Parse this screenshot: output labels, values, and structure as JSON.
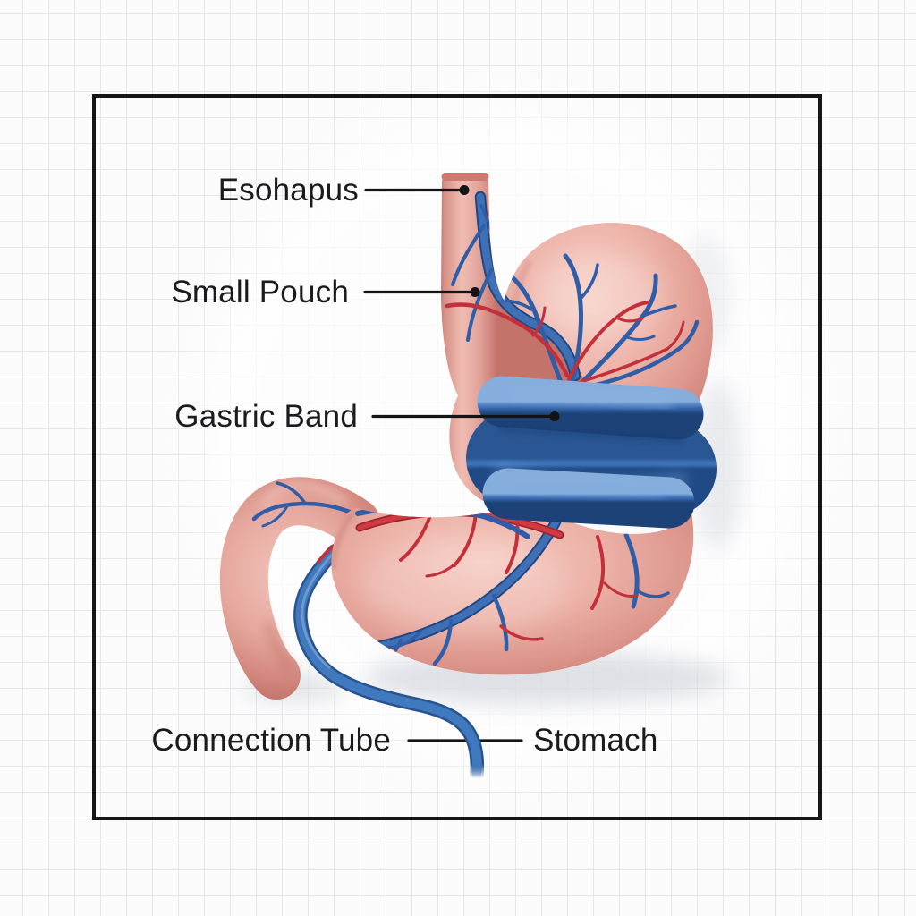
{
  "labels": {
    "esophagus": "Esohapus",
    "small_pouch": "Small Pouch",
    "gastric_band": "Gastric Band",
    "connection_tube": "Connection Tube",
    "stomach": "Stomach"
  },
  "colors": {
    "background": "#fbfbfc",
    "grid_line": "#e7e7ea",
    "frame_border": "#161616",
    "label_text": "#1b1b1d",
    "leader_line": "#141414",
    "stomach_light": "#f5cbc1",
    "stomach_mid": "#e2a097",
    "stomach_dark": "#c4736b",
    "band_light": "#5b8aca",
    "band_mid": "#3a6cb1",
    "band_dark": "#1d4278",
    "tube_blue": "#3f77bb",
    "vein_blue": "#2f5da8",
    "artery_red": "#c4303a",
    "shadow_gray": "#9aa0b0"
  }
}
